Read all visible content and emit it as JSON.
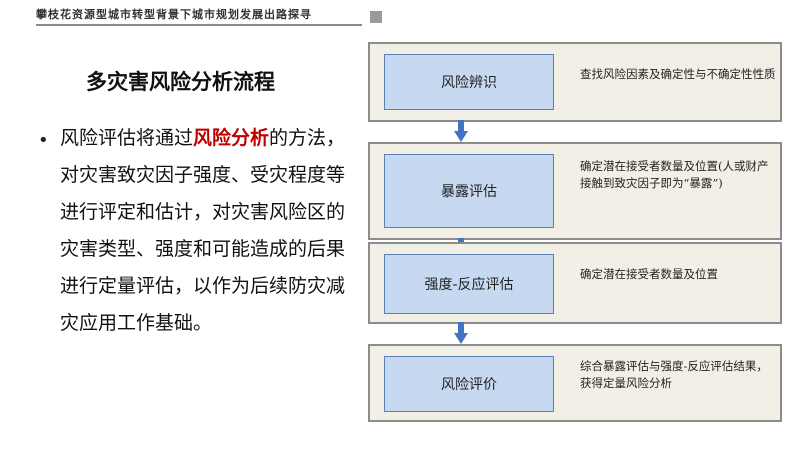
{
  "header": {
    "title": "攀枝花资源型城市转型背景下城市规划发展出路探寻"
  },
  "slide": {
    "title": "多灾害风险分析流程",
    "paragraph": {
      "before": "风险评估将通过",
      "highlight": "风险分析",
      "after": "的方法，对灾害致灾因子强度、受灾程度等进行评定和估计，对灾害风险区的灾害类型、强度和可能造成的后果进行定量评估，以作为后续防灾减灾应用工作基础。"
    }
  },
  "flow": {
    "stages": [
      {
        "label": "风险辨识",
        "description": "查找风险因素及确定性与不确定性性质"
      },
      {
        "label": "暴露评估",
        "description": "确定潜在接受者数量及位置(人或财产接触到致灾因子即为“暴露”)"
      },
      {
        "label": "强度-反应评估",
        "description": "确定潜在接受者数量及位置"
      },
      {
        "label": "风险评价",
        "description": "综合暴露评估与强度-反应评估结果，获得定量风险分析"
      }
    ]
  },
  "colors": {
    "highlight": "#c00000",
    "stage_bg": "#f2f0e6",
    "box_fill": "#c6d9f1",
    "box_border": "#5b7fb2",
    "arrow": "#4472c4"
  }
}
